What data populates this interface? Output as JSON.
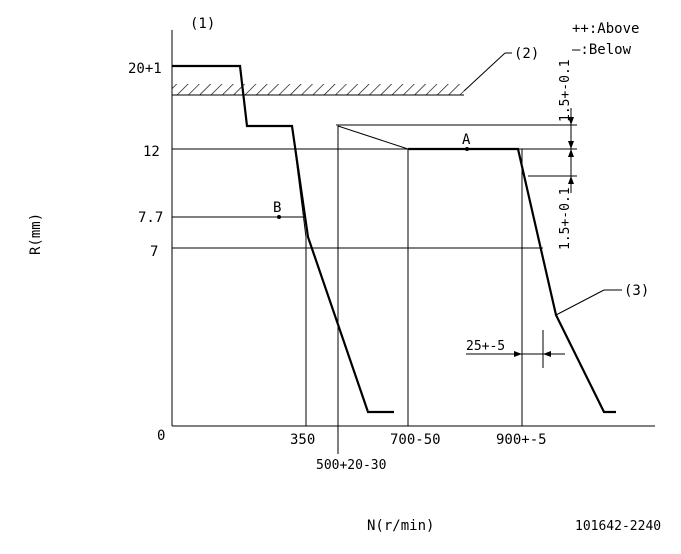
{
  "diagram": {
    "labels": {
      "ref1": "(1)",
      "ref2": "(2)",
      "ref3": "(3)",
      "legend_above": "++:Above",
      "legend_below": "—:Below",
      "y_axis_label": "R(mm)",
      "x_axis_label": "N(r/min)",
      "code": "101642-2240",
      "point_a": "A",
      "point_b": "B"
    },
    "y_ticks": {
      "t20": "20+1",
      "t12": "12",
      "t7_7": "7.7",
      "t7": "7",
      "t0": "0"
    },
    "x_ticks": {
      "t350": "350",
      "t500": "500+20-30",
      "t700": "700-50",
      "t900": "900+-5"
    },
    "dimensions": {
      "upper": "1.5+-0.1",
      "lower": "1.5+-0.1",
      "width_25": "25+-5"
    }
  }
}
